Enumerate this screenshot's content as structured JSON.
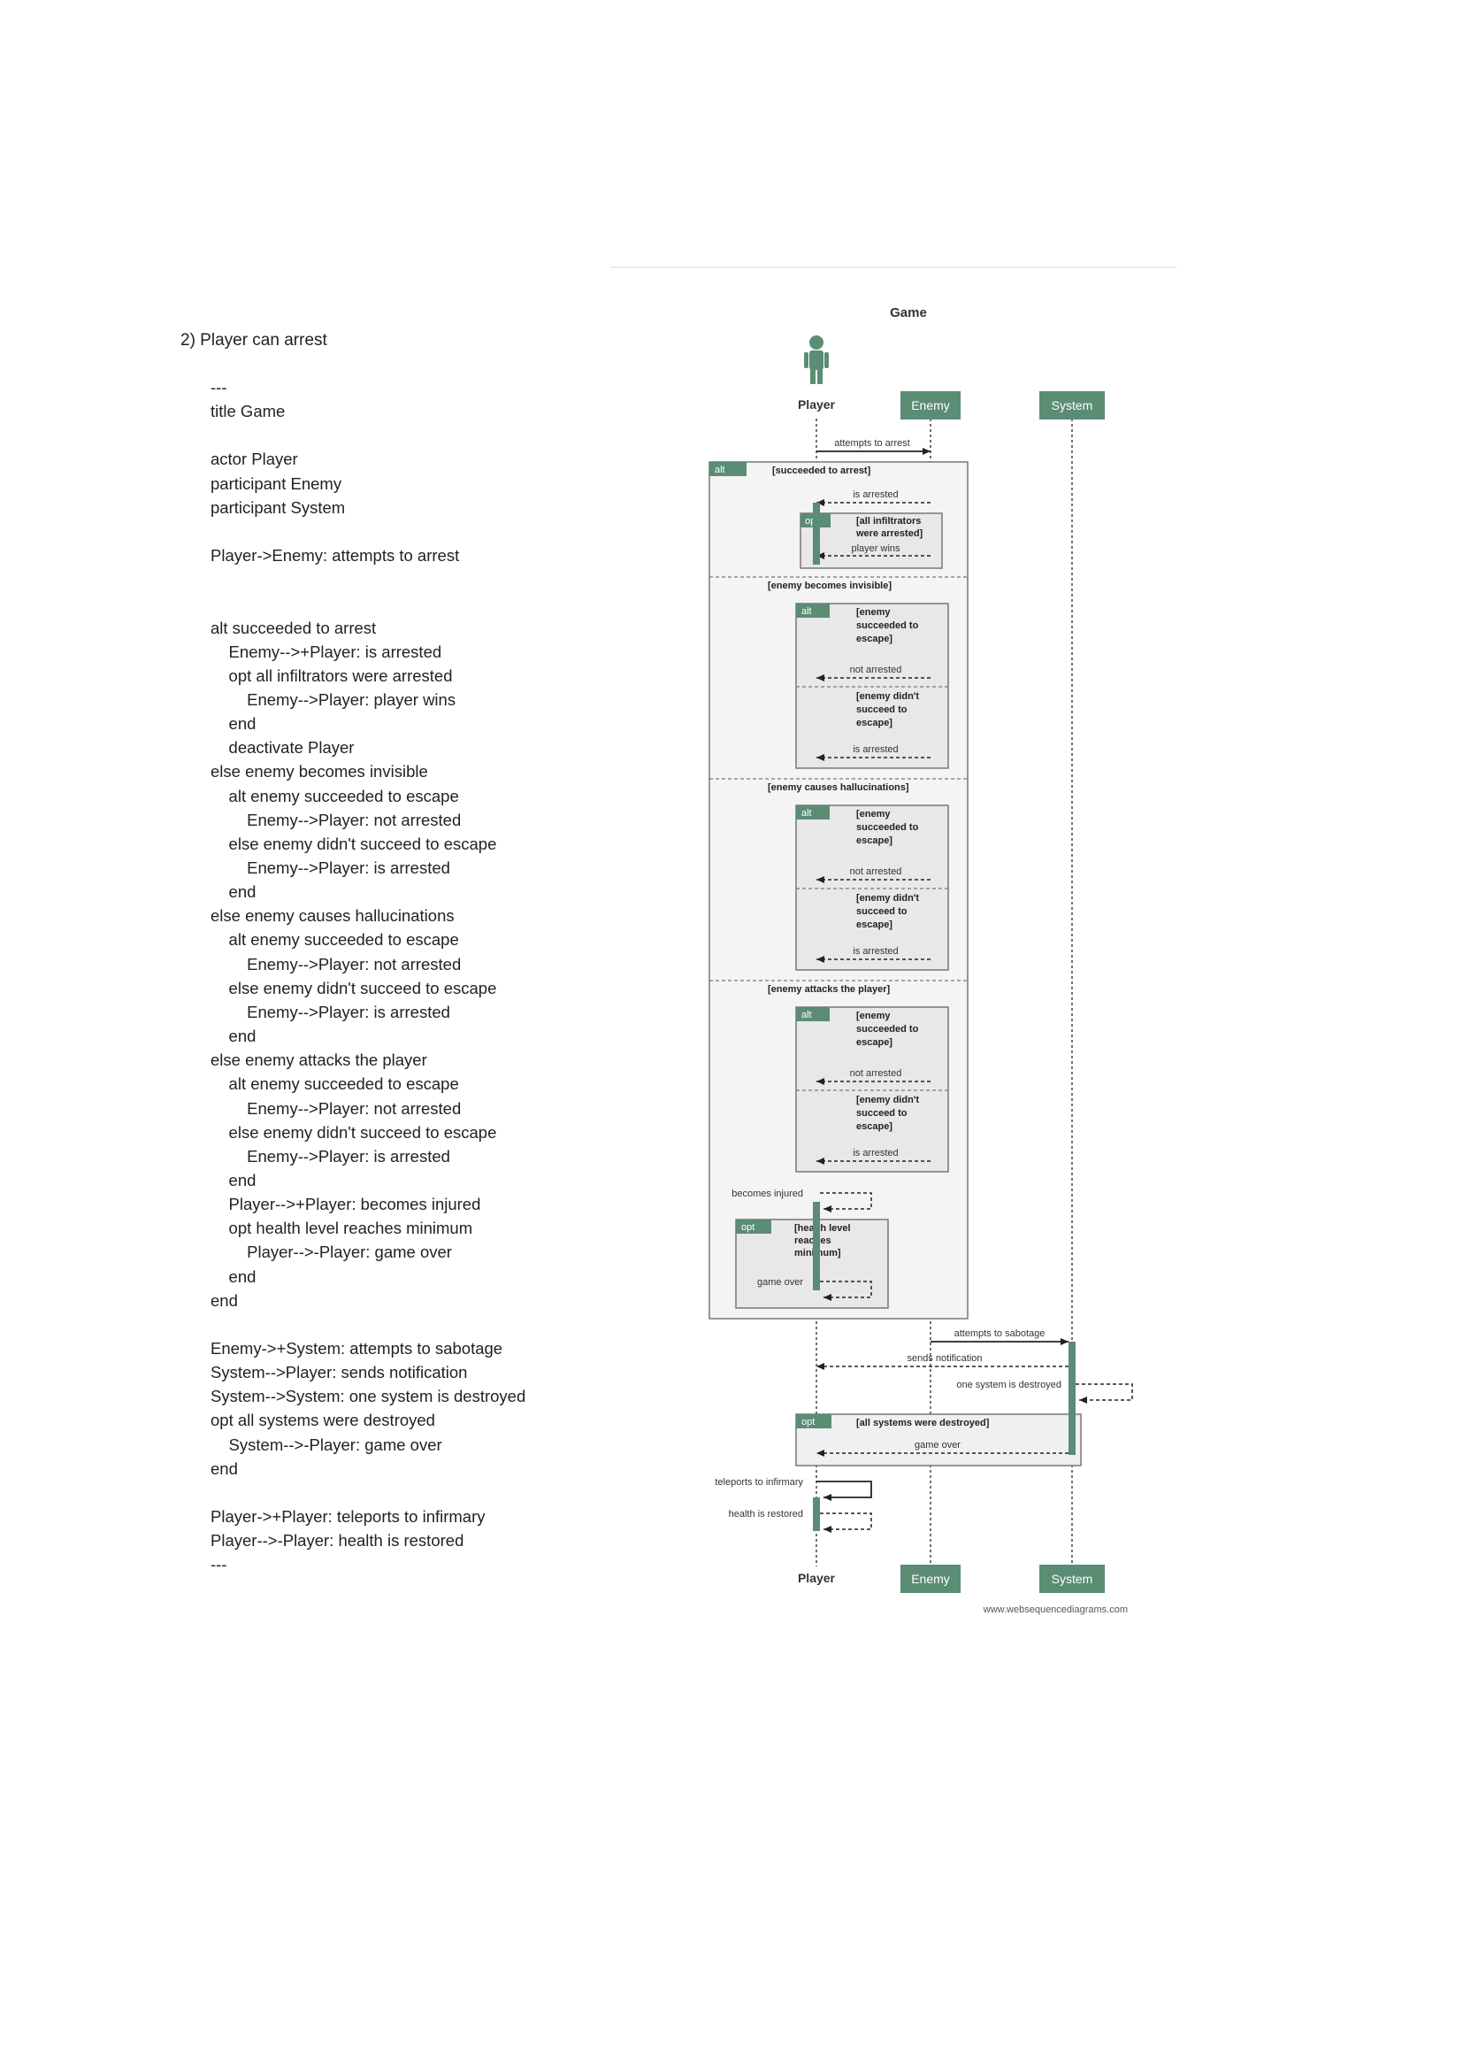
{
  "heading": "2)  Player can arrest",
  "code_lines": [
    "---",
    "title Game",
    "",
    "actor Player",
    "participant Enemy",
    "participant System",
    "",
    "Player->Enemy: attempts to arrest",
    "",
    "",
    "alt succeeded to arrest",
    "    Enemy-->+Player: is arrested",
    "    opt all infiltrators were arrested",
    "        Enemy-->Player: player wins",
    "    end",
    "    deactivate Player",
    "else enemy becomes invisible",
    "    alt enemy succeeded to escape",
    "        Enemy-->Player: not arrested",
    "    else enemy didn't succeed to escape",
    "        Enemy-->Player: is arrested",
    "    end",
    "else enemy causes hallucinations",
    "    alt enemy succeeded to escape",
    "        Enemy-->Player: not arrested",
    "    else enemy didn't succeed to escape",
    "        Enemy-->Player: is arrested",
    "    end",
    "else enemy attacks the player",
    "    alt enemy succeeded to escape",
    "        Enemy-->Player: not arrested",
    "    else enemy didn't succeed to escape",
    "        Enemy-->Player: is arrested",
    "    end",
    "    Player-->+Player: becomes injured",
    "    opt health level reaches minimum",
    "        Player-->-Player: game over",
    "    end",
    "end",
    "",
    "Enemy->+System: attempts to sabotage",
    "System-->Player: sends notification",
    "System-->System: one system is destroyed",
    "opt all systems were destroyed",
    "    System-->-Player: game over",
    "end",
    "",
    "Player->+Player: teleports to infirmary",
    "Player-->-Player: health is restored",
    "---"
  ],
  "diagram": {
    "title": "Game",
    "participants": {
      "player": "Player",
      "enemy": "Enemy",
      "system": "System"
    },
    "colors": {
      "participant_fill": "#5b8c74",
      "frame_tag": "#5b8c74",
      "frame_bg": "#ececec",
      "line": "#333333"
    },
    "frames": {
      "outer_alt_tag": "alt",
      "outer_alt_guard": "[succeeded to arrest]",
      "opt1_tag": "opt",
      "opt1_guard": [
        "[all infiltrators",
        "were arrested]"
      ],
      "sec2_guard": "[enemy becomes invisible]",
      "sec3_guard": "[enemy causes hallucinations]",
      "sec4_guard": "[enemy attacks the player]",
      "inner_alt_tag": "alt",
      "inner_guard_a": [
        "[enemy",
        "succeeded to",
        "escape]"
      ],
      "inner_guard_b": [
        "[enemy didn't",
        "succeed to",
        "escape]"
      ],
      "opt2_tag": "opt",
      "opt2_guard": [
        "[health level",
        "reaches",
        "minimum]"
      ],
      "opt3_tag": "opt",
      "opt3_guard": "[all systems were destroyed]"
    },
    "messages": {
      "attempts_to_arrest": "attempts to arrest",
      "is_arrested": "is arrested",
      "player_wins": "player wins",
      "not_arrested": "not arrested",
      "becomes_injured": "becomes injured",
      "game_over": "game over",
      "attempts_to_sabotage": "attempts to sabotage",
      "sends_notification": "sends notification",
      "one_system_destroyed": "one system is destroyed",
      "teleports": "teleports to infirmary",
      "health_restored": "health is restored"
    },
    "watermark": "www.websequencediagrams.com"
  }
}
